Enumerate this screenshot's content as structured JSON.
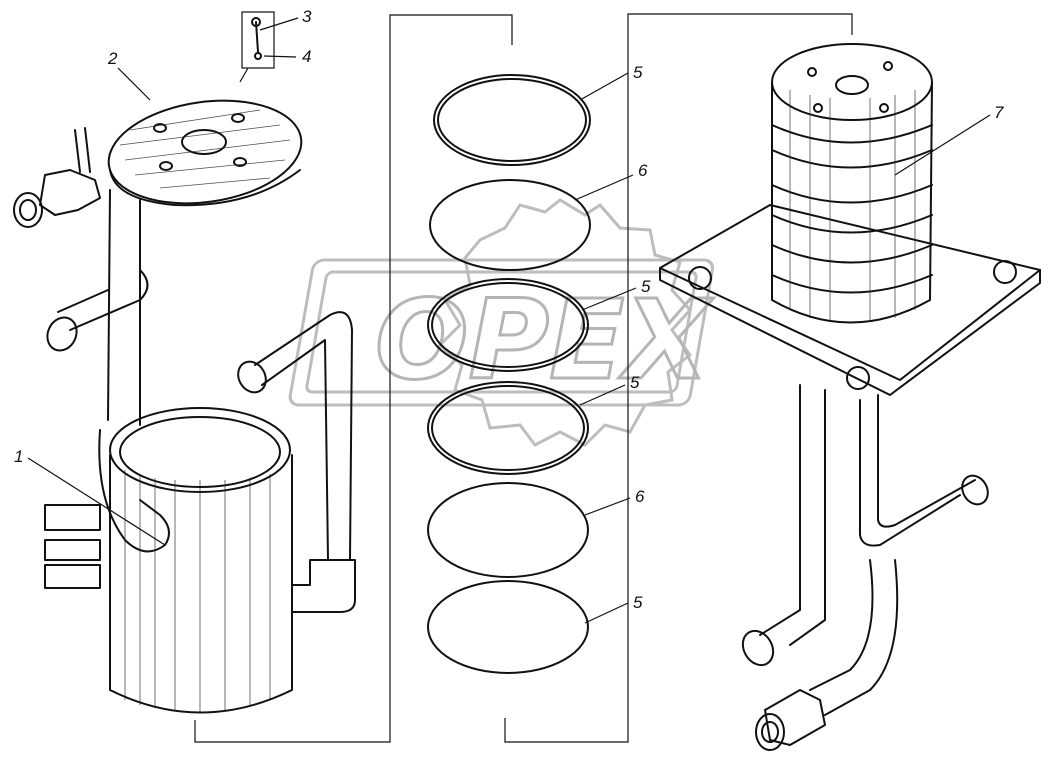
{
  "watermark": {
    "text": "OPEX"
  },
  "callouts": [
    {
      "id": "c1",
      "label": "1"
    },
    {
      "id": "c2",
      "label": "2"
    },
    {
      "id": "c3",
      "label": "3"
    },
    {
      "id": "c4",
      "label": "4"
    },
    {
      "id": "c5a",
      "label": "5"
    },
    {
      "id": "c6a",
      "label": "6"
    },
    {
      "id": "c5b",
      "label": "5"
    },
    {
      "id": "c5c",
      "label": "5"
    },
    {
      "id": "c6b",
      "label": "6"
    },
    {
      "id": "c5d",
      "label": "5"
    },
    {
      "id": "c7",
      "label": "7"
    }
  ]
}
